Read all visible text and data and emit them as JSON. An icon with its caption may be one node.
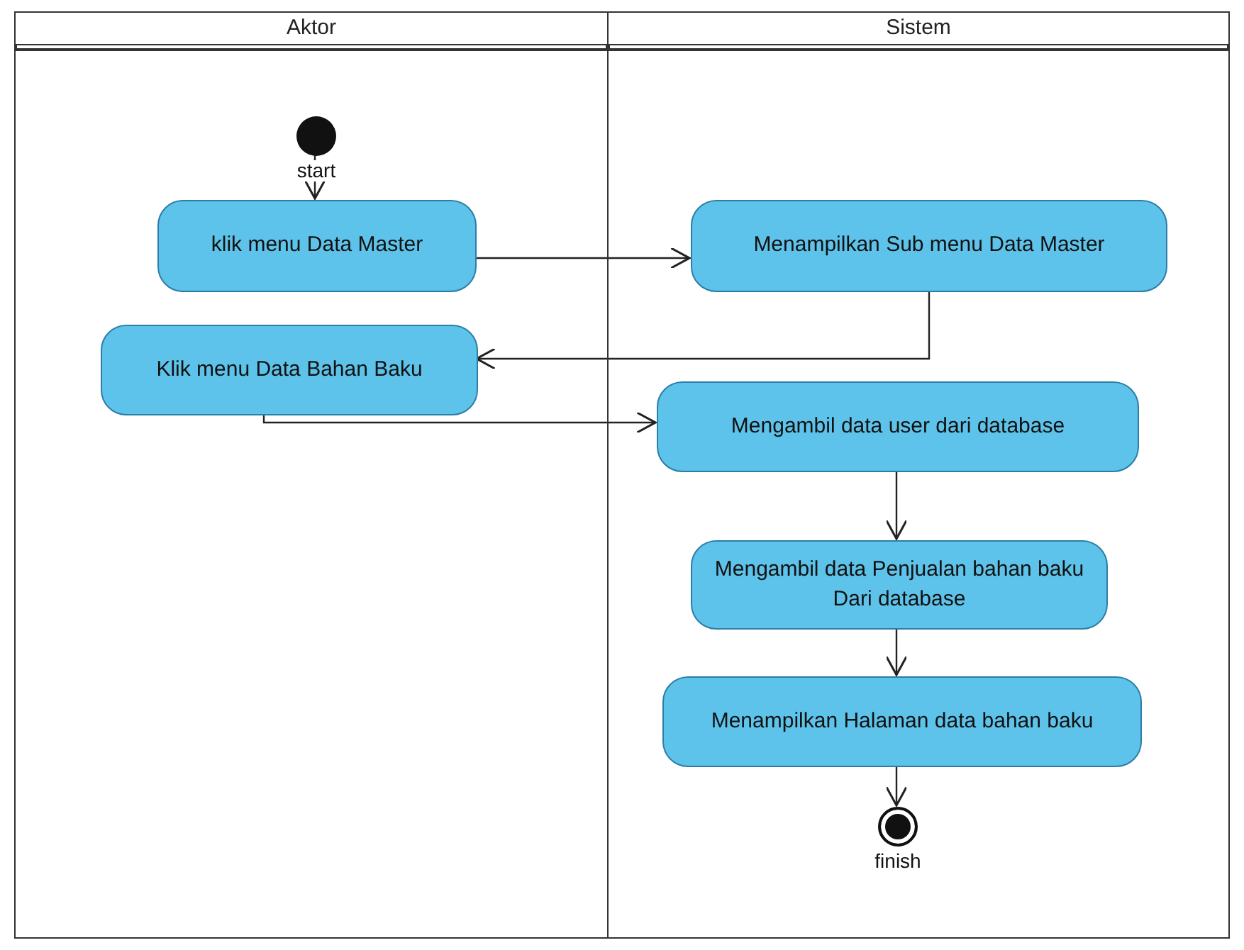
{
  "diagram": {
    "nodes": [
      {
        "text": [
          "Aktor"
        ]
      },
      {
        "text": [
          "Sistem"
        ]
      },
      {
        "text": [],
        "shape": "circle",
        "beside": [
          "start"
        ],
        "in": 0
      },
      {
        "text": [
          "klik menu Data Master"
        ],
        "in": 0
      },
      {
        "text": [
          "Menampilkan Sub menu Data Master"
        ],
        "in": 1
      },
      {
        "text": [
          "Klik menu Data Bahan Baku"
        ],
        "in": 0
      },
      {
        "text": [
          "Mengambil data user dari database"
        ],
        "in": 1
      },
      {
        "text": [
          "Mengambil data Penjualan bahan baku Dari database"
        ],
        "in": 1
      },
      {
        "text": [
          "Menampilkan Halaman data bahan baku"
        ],
        "in": 1
      },
      {
        "text": [],
        "shape": "bullseye",
        "beside": [
          "finish"
        ],
        "in": 1
      }
    ],
    "edges": [
      {
        "from": 2,
        "to": 3,
        "arrow": "to"
      },
      {
        "from": 3,
        "to": 4,
        "arrow": "to"
      },
      {
        "from": 4,
        "to": 5,
        "arrow": "to"
      },
      {
        "from": 5,
        "to": 6,
        "arrow": "to"
      },
      {
        "from": 6,
        "to": 7,
        "arrow": "to"
      },
      {
        "from": 7,
        "to": 8,
        "arrow": "to"
      },
      {
        "from": 8,
        "to": 9,
        "arrow": "to"
      }
    ]
  }
}
